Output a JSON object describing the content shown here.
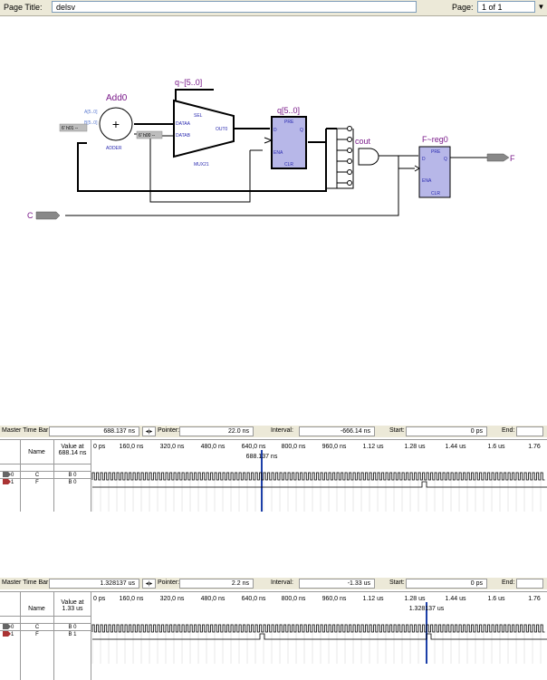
{
  "page_bar": {
    "title_label": "Page Title:",
    "title_value": "delsv",
    "page_label": "Page:",
    "page_value": "1 of 1"
  },
  "schematic": {
    "add_name": "Add0",
    "add_port_a": "A[5..0]",
    "add_port_b": "B[5..0]",
    "add_const": "6' h01 --",
    "add_type": "ADDER",
    "mux_q": "q~[5..0]",
    "mux_sel": "SEL",
    "mux_dataa": "DATAA",
    "mux_datab": "DATAB",
    "mux_out": "OUT0",
    "mux_const": "6' h00 --",
    "mux_type": "MUX21",
    "reg_q": "q[5..0]",
    "reg_pre": "PRE",
    "reg_d": "D",
    "reg_qout": "Q",
    "reg_ena": "ENA",
    "reg_clr": "CLR",
    "cout": "cout",
    "freg": "F~reg0",
    "freg_pre": "PRE",
    "freg_d": "D",
    "freg_q": "Q",
    "freg_ena": "ENA",
    "freg_clr": "CLR",
    "out_f": "F",
    "in_c": "C",
    "plus": "+"
  },
  "wave1": {
    "master_label": "Master Time Bar:",
    "master_value": "688.137 ns",
    "pointer_label": "Pointer:",
    "pointer_value": "22.0 ns",
    "interval_label": "Interval:",
    "interval_value": "-666.14 ns",
    "start_label": "Start:",
    "start_value": "0 ps",
    "end_label": "End:",
    "name_header": "Name",
    "value_header_1": "Value at",
    "value_header_2": "688.14 ns",
    "ticks": [
      "0 ps",
      "160,0 ns",
      "320,0 ns",
      "480,0 ns",
      "640,0 ns",
      "800,0 ns",
      "960,0 ns",
      "1.12 us",
      "1.28 us",
      "1.44 us",
      "1.6 us",
      "1.76"
    ],
    "cursor_label": "688.137 ns",
    "rows": [
      {
        "idx": "0",
        "name": "C",
        "value": "B 0"
      },
      {
        "idx": "1",
        "name": "F",
        "value": "B 0"
      }
    ]
  },
  "wave2": {
    "master_label": "Master Time Bar:",
    "master_value": "1.328137 us",
    "pointer_label": "Pointer:",
    "pointer_value": "2.2 ns",
    "interval_label": "Interval:",
    "interval_value": "-1.33 us",
    "start_label": "Start:",
    "start_value": "0 ps",
    "end_label": "End:",
    "name_header": "Name",
    "value_header_1": "Value at",
    "value_header_2": "1.33 us",
    "ticks": [
      "0 ps",
      "160,0 ns",
      "320,0 ns",
      "480,0 ns",
      "640,0 ns",
      "800,0 ns",
      "960,0 ns",
      "1.12 us",
      "1.28 us",
      "1.44 us",
      "1.6 us",
      "1.76"
    ],
    "cursor_label": "1.328137 us",
    "rows": [
      {
        "idx": "0",
        "name": "C",
        "value": "B 0"
      },
      {
        "idx": "1",
        "name": "F",
        "value": "B 1"
      }
    ]
  },
  "colors": {
    "accent": "#7a1a8a",
    "block_fill": "#b7b7e8",
    "port_text": "#2a2ab0",
    "toolbar": "#ece9d8"
  },
  "icons": {
    "dropdown": "chevron-down-icon",
    "input_pin": "input-pin-icon",
    "output_pin": "output-pin-icon"
  }
}
